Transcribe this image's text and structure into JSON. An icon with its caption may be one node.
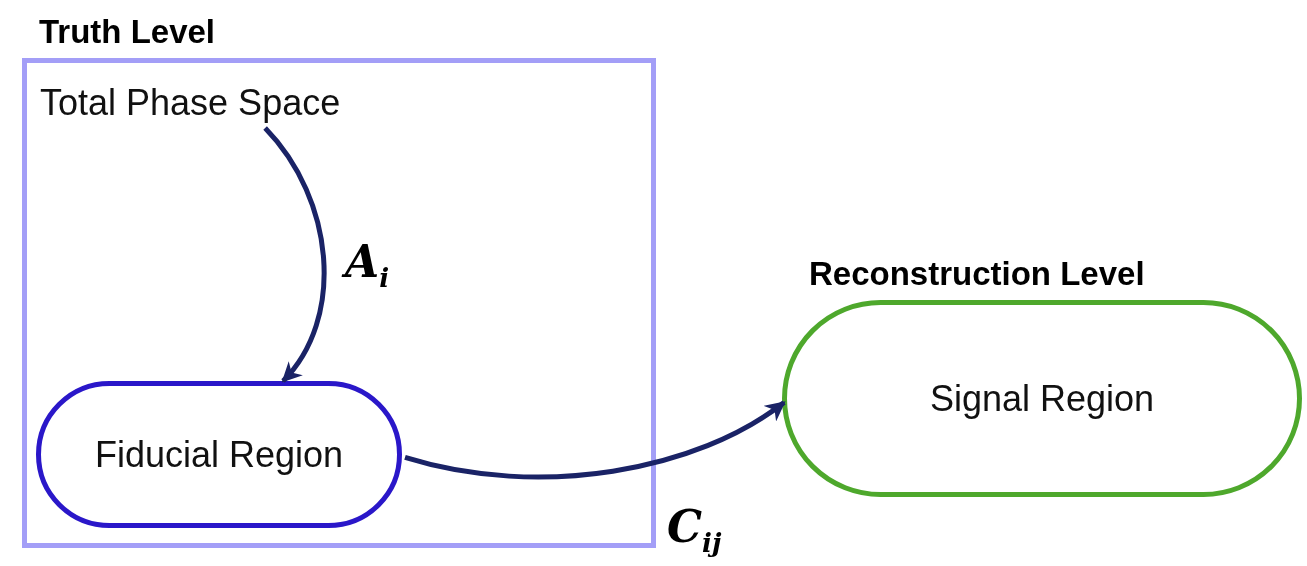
{
  "diagram": {
    "nodes": [
      {
        "text": [
          "Truth Level"
        ]
      },
      {
        "text": [
          "Total Phase Space"
        ],
        "in": 0
      },
      {
        "text": [
          "Fiducial Region"
        ],
        "in": 0
      },
      {
        "text": [
          "Reconstruction Level",
          "Signal Region"
        ]
      }
    ],
    "edges": [
      {
        "from": 1,
        "to": 2,
        "arrow": "to",
        "label": "A$_{i}$"
      },
      {
        "from": 2,
        "to": 3,
        "arrow": "to",
        "label": "C$_{ij}$"
      }
    ]
  }
}
